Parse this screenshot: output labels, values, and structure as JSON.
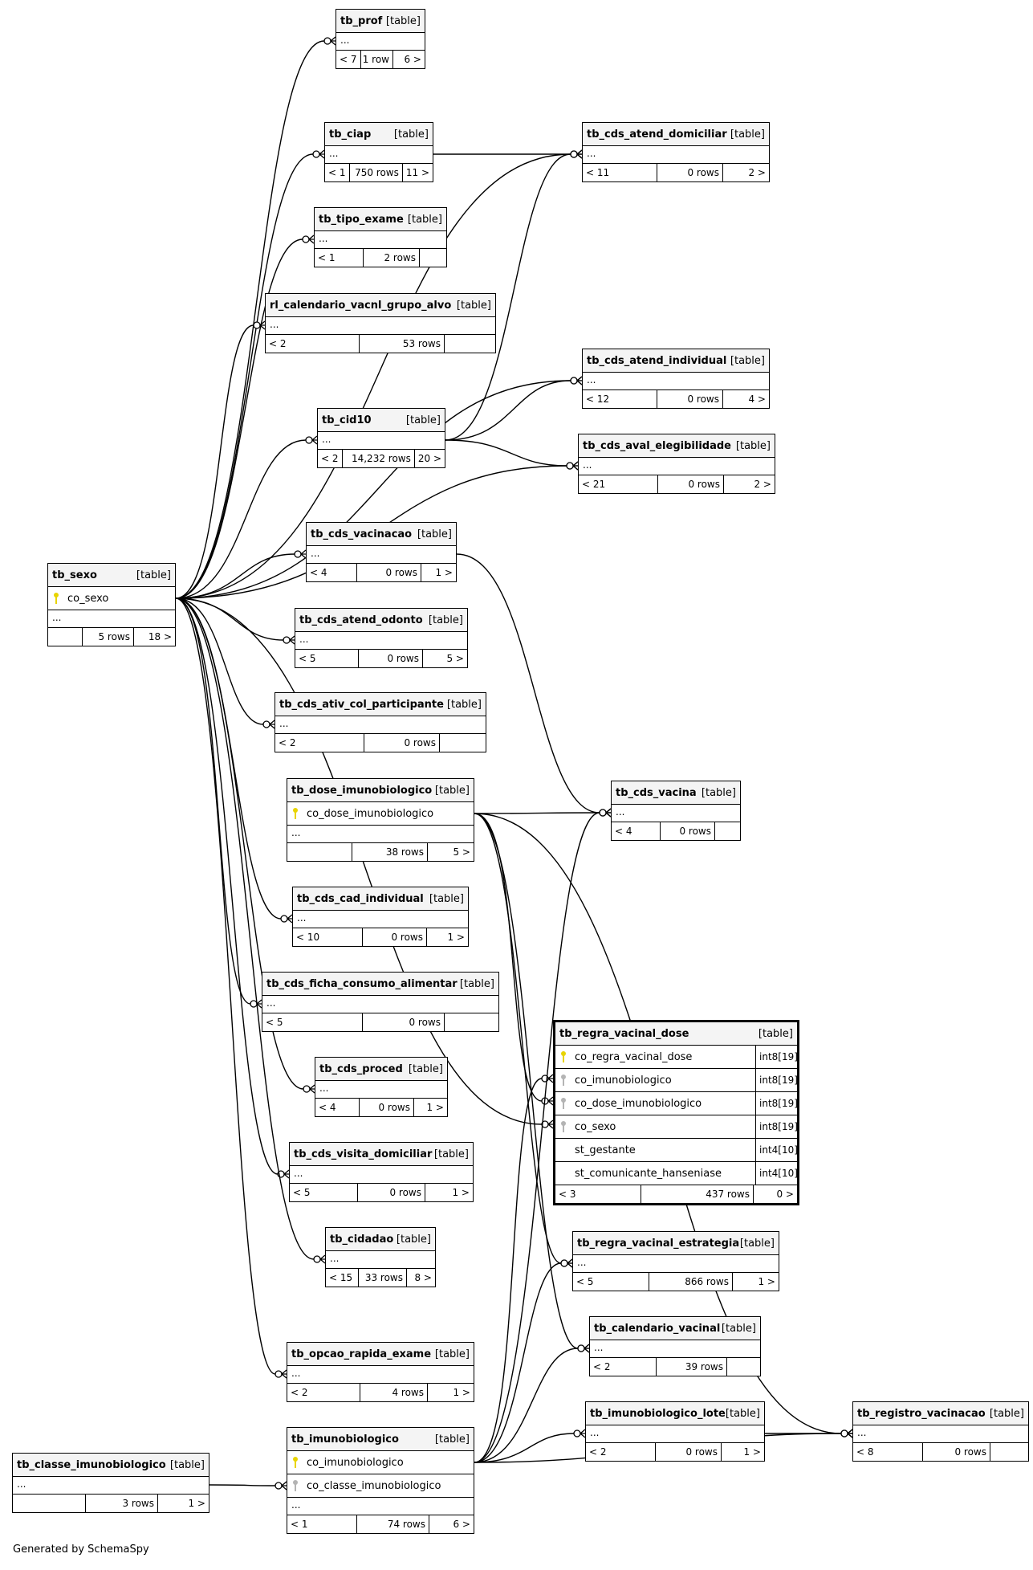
{
  "footer": "Generated by SchemaSpy",
  "tables": {
    "tb_prof": {
      "name": "tb_prof",
      "type": "[table]",
      "dots": "...",
      "footer": [
        "< 7",
        "1 row",
        "6 >"
      ]
    },
    "tb_ciap": {
      "name": "tb_ciap",
      "type": "[table]",
      "dots": "...",
      "footer": [
        "< 1",
        "750 rows",
        "11 >"
      ]
    },
    "tb_cds_atend_domiciliar": {
      "name": "tb_cds_atend_domiciliar",
      "type": "[table]",
      "dots": "...",
      "footer": [
        "< 11",
        "0 rows",
        "2 >"
      ]
    },
    "tb_tipo_exame": {
      "name": "tb_tipo_exame",
      "type": "[table]",
      "dots": "...",
      "footer": [
        "< 1",
        "2 rows",
        ""
      ]
    },
    "rl_calendario_vacnl_grupo_alvo": {
      "name": "rl_calendario_vacnl_grupo_alvo",
      "type": "[table]",
      "dots": "...",
      "footer": [
        "< 2",
        "53 rows",
        ""
      ]
    },
    "tb_cds_atend_individual": {
      "name": "tb_cds_atend_individual",
      "type": "[table]",
      "dots": "...",
      "footer": [
        "< 12",
        "0 rows",
        "4 >"
      ]
    },
    "tb_cid10": {
      "name": "tb_cid10",
      "type": "[table]",
      "dots": "...",
      "footer": [
        "< 2",
        "14,232 rows",
        "20 >"
      ]
    },
    "tb_cds_aval_elegibilidade": {
      "name": "tb_cds_aval_elegibilidade",
      "type": "[table]",
      "dots": "...",
      "footer": [
        "< 21",
        "0 rows",
        "2 >"
      ]
    },
    "tb_sexo": {
      "name": "tb_sexo",
      "type": "[table]",
      "columns": [
        {
          "name": "co_sexo",
          "key": "pk"
        }
      ],
      "dots": "...",
      "footer": [
        "",
        "5 rows",
        "18 >"
      ]
    },
    "tb_cds_vacinacao": {
      "name": "tb_cds_vacinacao",
      "type": "[table]",
      "dots": "...",
      "footer": [
        "< 4",
        "0 rows",
        "1 >"
      ]
    },
    "tb_cds_atend_odonto": {
      "name": "tb_cds_atend_odonto",
      "type": "[table]",
      "dots": "...",
      "footer": [
        "< 5",
        "0 rows",
        "5 >"
      ]
    },
    "tb_cds_ativ_col_participante": {
      "name": "tb_cds_ativ_col_participante",
      "type": "[table]",
      "dots": "...",
      "footer": [
        "< 2",
        "0 rows",
        ""
      ]
    },
    "tb_dose_imunobiologico": {
      "name": "tb_dose_imunobiologico",
      "type": "[table]",
      "columns": [
        {
          "name": "co_dose_imunobiologico",
          "key": "pk"
        }
      ],
      "dots": "...",
      "footer": [
        "",
        "38 rows",
        "5 >"
      ]
    },
    "tb_cds_vacina": {
      "name": "tb_cds_vacina",
      "type": "[table]",
      "dots": "...",
      "footer": [
        "< 4",
        "0 rows",
        ""
      ]
    },
    "tb_cds_cad_individual": {
      "name": "tb_cds_cad_individual",
      "type": "[table]",
      "dots": "...",
      "footer": [
        "< 10",
        "0 rows",
        "1 >"
      ]
    },
    "tb_cds_ficha_consumo_alimentar": {
      "name": "tb_cds_ficha_consumo_alimentar",
      "type": "[table]",
      "dots": "...",
      "footer": [
        "< 5",
        "0 rows",
        ""
      ]
    },
    "tb_regra_vacinal_dose": {
      "name": "tb_regra_vacinal_dose",
      "type": "[table]",
      "columns": [
        {
          "name": "co_regra_vacinal_dose",
          "key": "pk",
          "dtype": "int8[19]"
        },
        {
          "name": "co_imunobiologico",
          "key": "fk",
          "dtype": "int8[19]"
        },
        {
          "name": "co_dose_imunobiologico",
          "key": "fk",
          "dtype": "int8[19]"
        },
        {
          "name": "co_sexo",
          "key": "fk",
          "dtype": "int8[19]"
        },
        {
          "name": "st_gestante",
          "key": "",
          "dtype": "int4[10]"
        },
        {
          "name": "st_comunicante_hanseniase",
          "key": "",
          "dtype": "int4[10]"
        }
      ],
      "footer": [
        "< 3",
        "437 rows",
        "0 >"
      ]
    },
    "tb_cds_proced": {
      "name": "tb_cds_proced",
      "type": "[table]",
      "dots": "...",
      "footer": [
        "< 4",
        "0 rows",
        "1 >"
      ]
    },
    "tb_cds_visita_domiciliar": {
      "name": "tb_cds_visita_domiciliar",
      "type": "[table]",
      "dots": "...",
      "footer": [
        "< 5",
        "0 rows",
        "1 >"
      ]
    },
    "tb_cidadao": {
      "name": "tb_cidadao",
      "type": "[table]",
      "dots": "...",
      "footer": [
        "< 15",
        "33 rows",
        "8 >"
      ]
    },
    "tb_regra_vacinal_estrategia": {
      "name": "tb_regra_vacinal_estrategia",
      "type": "[table]",
      "dots": "...",
      "footer": [
        "< 5",
        "866 rows",
        "1 >"
      ]
    },
    "tb_calendario_vacinal": {
      "name": "tb_calendario_vacinal",
      "type": "[table]",
      "dots": "...",
      "footer": [
        "< 2",
        "39 rows",
        ""
      ]
    },
    "tb_opcao_rapida_exame": {
      "name": "tb_opcao_rapida_exame",
      "type": "[table]",
      "dots": "...",
      "footer": [
        "< 2",
        "4 rows",
        "1 >"
      ]
    },
    "tb_imunobiologico_lote": {
      "name": "tb_imunobiologico_lote",
      "type": "[table]",
      "dots": "...",
      "footer": [
        "< 2",
        "0 rows",
        "1 >"
      ]
    },
    "tb_registro_vacinacao": {
      "name": "tb_registro_vacinacao",
      "type": "[table]",
      "dots": "...",
      "footer": [
        "< 8",
        "0 rows",
        ""
      ]
    },
    "tb_classe_imunobiologico": {
      "name": "tb_classe_imunobiologico",
      "type": "[table]",
      "dots": "...",
      "footer": [
        "",
        "3 rows",
        "1 >"
      ]
    },
    "tb_imunobiologico": {
      "name": "tb_imunobiologico",
      "type": "[table]",
      "columns": [
        {
          "name": "co_imunobiologico",
          "key": "pk"
        },
        {
          "name": "co_classe_imunobiologico",
          "key": "fk"
        }
      ],
      "dots": "...",
      "footer": [
        "< 1",
        "74 rows",
        "6 >"
      ]
    }
  },
  "relationships": [
    {
      "from": "tb_sexo",
      "to": "tb_prof"
    },
    {
      "from": "tb_sexo",
      "to": "tb_ciap"
    },
    {
      "from": "tb_sexo",
      "to": "tb_tipo_exame"
    },
    {
      "from": "tb_sexo",
      "to": "rl_calendario_vacnl_grupo_alvo"
    },
    {
      "from": "tb_sexo",
      "to": "tb_cid10"
    },
    {
      "from": "tb_sexo",
      "to": "tb_cds_vacinacao"
    },
    {
      "from": "tb_sexo",
      "to": "tb_cds_atend_odonto"
    },
    {
      "from": "tb_sexo",
      "to": "tb_cds_ativ_col_participante"
    },
    {
      "from": "tb_sexo",
      "to": "tb_cds_cad_individual"
    },
    {
      "from": "tb_sexo",
      "to": "tb_cds_ficha_consumo_alimentar"
    },
    {
      "from": "tb_sexo",
      "to": "tb_cds_proced"
    },
    {
      "from": "tb_sexo",
      "to": "tb_cds_visita_domiciliar"
    },
    {
      "from": "tb_sexo",
      "to": "tb_cidadao"
    },
    {
      "from": "tb_sexo",
      "to": "tb_opcao_rapida_exame"
    },
    {
      "from": "tb_sexo",
      "to": "tb_cds_atend_domiciliar"
    },
    {
      "from": "tb_sexo",
      "to": "tb_cds_atend_individual"
    },
    {
      "from": "tb_sexo",
      "to": "tb_cds_aval_elegibilidade"
    },
    {
      "from": "tb_sexo",
      "to": "tb_regra_vacinal_dose"
    },
    {
      "from": "tb_ciap",
      "to": "tb_cds_atend_domiciliar"
    },
    {
      "from": "tb_cid10",
      "to": "tb_cds_atend_domiciliar"
    },
    {
      "from": "tb_cid10",
      "to": "tb_cds_atend_individual"
    },
    {
      "from": "tb_cid10",
      "to": "tb_cds_aval_elegibilidade"
    },
    {
      "from": "tb_cds_vacinacao",
      "to": "tb_cds_vacina"
    },
    {
      "from": "tb_dose_imunobiologico",
      "to": "tb_cds_vacina"
    },
    {
      "from": "tb_dose_imunobiologico",
      "to": "tb_regra_vacinal_dose"
    },
    {
      "from": "tb_dose_imunobiologico",
      "to": "tb_regra_vacinal_estrategia"
    },
    {
      "from": "tb_dose_imunobiologico",
      "to": "tb_calendario_vacinal"
    },
    {
      "from": "tb_dose_imunobiologico",
      "to": "tb_registro_vacinacao"
    },
    {
      "from": "tb_imunobiologico",
      "to": "tb_regra_vacinal_dose"
    },
    {
      "from": "tb_imunobiologico",
      "to": "tb_cds_vacina"
    },
    {
      "from": "tb_imunobiologico",
      "to": "tb_regra_vacinal_estrategia"
    },
    {
      "from": "tb_imunobiologico",
      "to": "tb_calendario_vacinal"
    },
    {
      "from": "tb_imunobiologico",
      "to": "tb_imunobiologico_lote"
    },
    {
      "from": "tb_imunobiologico",
      "to": "tb_registro_vacinacao"
    },
    {
      "from": "tb_imunobiologico_lote",
      "to": "tb_registro_vacinacao"
    },
    {
      "from": "tb_classe_imunobiologico",
      "to": "tb_imunobiologico"
    }
  ]
}
